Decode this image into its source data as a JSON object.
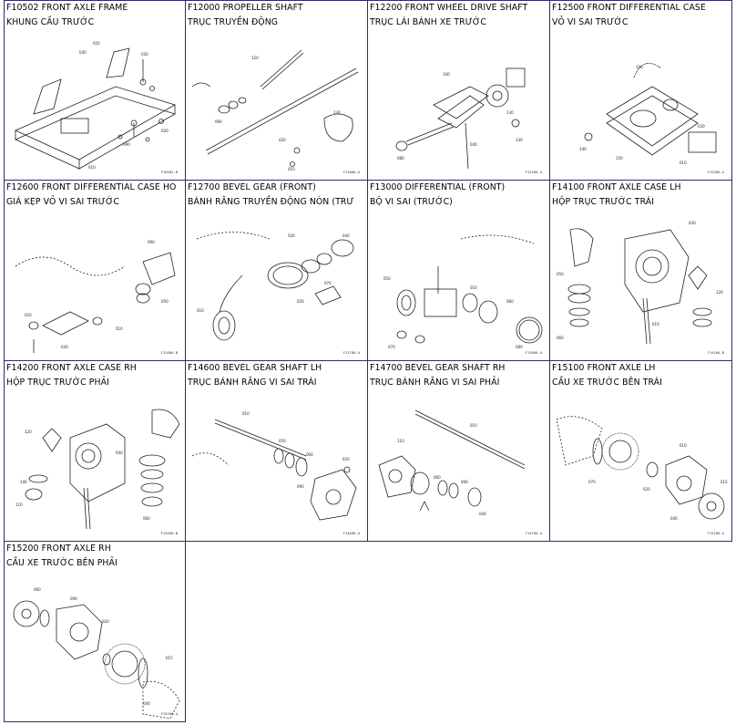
{
  "items": [
    {
      "code": "F10502 FRONT AXLE FRAME",
      "vn": "KHUNG CẦU TRƯỚC",
      "ref": "F10502-B"
    },
    {
      "code": "F12000 PROPELLER SHAFT",
      "vn": "TRỤC TRUYỀN ĐỘNG",
      "ref": "F12000-A"
    },
    {
      "code": "F12200 FRONT WHEEL DRIVE SHAFT",
      "vn": "TRỤC LÁI BÁNH XE TRƯỚC",
      "ref": "F12200-A"
    },
    {
      "code": "F12500 FRONT DIFFERENTIAL CASE",
      "vn": "VỎ VI SAI TRƯỚC",
      "ref": "F12500-A"
    },
    {
      "code": "F12600 FRONT DIFFERENTIAL CASE HO",
      "vn": "GIÁ KẸP VỎ VI SAI TRƯỚC",
      "ref": "F12600-B"
    },
    {
      "code": "F12700 BEVEL GEAR (FRONT)",
      "vn": "BÁNH RĂNG TRUYỀN ĐỘNG NÓN (TRƯ",
      "ref": "F12700-A"
    },
    {
      "code": "F13000 DIFFERENTIAL (FRONT)",
      "vn": "BỘ VI SAI (TRƯỚC)",
      "ref": "F13000-A"
    },
    {
      "code": "F14100 FRONT AXLE CASE LH",
      "vn": "HỘP TRỤC TRƯỚC TRÁI",
      "ref": "F14100-B"
    },
    {
      "code": "F14200 FRONT AXLE CASE RH",
      "vn": "HỘP TRỤC TRƯỚC PHẢI",
      "ref": "F14200-B"
    },
    {
      "code": "F14600 BEVEL GEAR SHAFT LH",
      "vn": "TRỤC BÁNH RĂNG VI SAI TRÁI",
      "ref": "F14600-A"
    },
    {
      "code": "F14700 BEVEL GEAR SHAFT RH",
      "vn": "TRỤC BÁNH RĂNG VI SAI PHẢI",
      "ref": "F14700-A"
    },
    {
      "code": "F15100 FRONT AXLE LH",
      "vn": "CẦU XE TRƯỚC BÊN TRÁI",
      "ref": "F15100-A"
    },
    {
      "code": "F15200 FRONT AXLE RH",
      "vn": "CẦU XE TRƯỚC BÊN PHẢI",
      "ref": "F15200-A"
    }
  ]
}
